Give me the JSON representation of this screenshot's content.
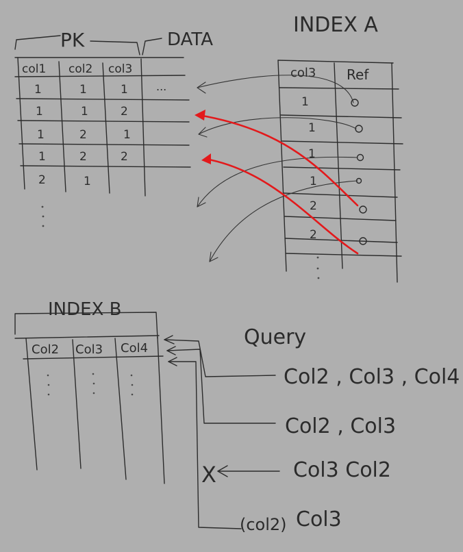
{
  "labels": {
    "pk": "PK",
    "data": "DATA",
    "index_a": "INDEX A",
    "index_b": "INDEX B",
    "query": "Query",
    "ref": "Ref",
    "dots": "...",
    "x_mark": "X",
    "paren_col2": "(col2)"
  },
  "table_pk": {
    "headers": [
      "col1",
      "col2",
      "col3"
    ],
    "rows": [
      [
        "1",
        "1",
        "1"
      ],
      [
        "1",
        "1",
        "2"
      ],
      [
        "1",
        "2",
        "1"
      ],
      [
        "1",
        "2",
        "2"
      ],
      [
        "2",
        "1",
        ""
      ]
    ]
  },
  "index_a": {
    "headers": [
      "col3",
      "Ref"
    ],
    "rows": [
      "1",
      "1",
      "1",
      "1",
      "2",
      "2"
    ]
  },
  "index_b": {
    "headers": [
      "Col2",
      "Col3",
      "Col4"
    ]
  },
  "queries": [
    {
      "text": "Col2 , Col3 , Col4"
    },
    {
      "text": "Col2 , Col3"
    },
    {
      "text": "Col3   Col2"
    },
    {
      "text": "Col3"
    }
  ]
}
